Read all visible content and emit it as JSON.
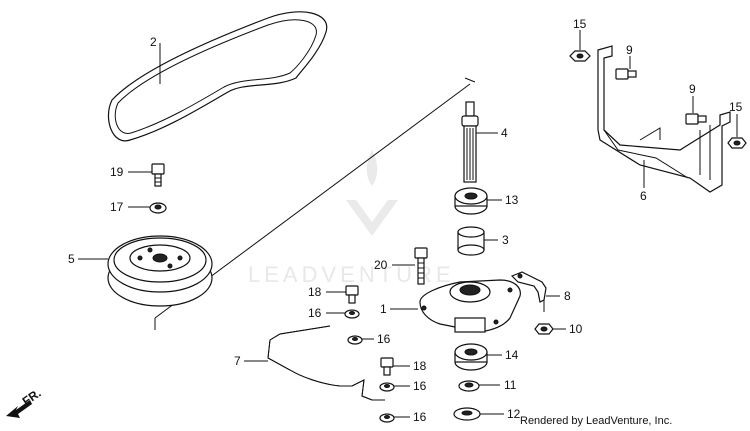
{
  "watermark": "LEADVENTURE",
  "credit": "Rendered by LeadVenture, Inc.",
  "direction_label": "FR.",
  "labels": {
    "belt": "2",
    "belt_bolt": "19",
    "washer_17": "17",
    "pulley": "5",
    "shaft": "4",
    "bearing_upper": "13",
    "collar": "3",
    "bracket_bolt_15a": "15",
    "bracket_bolt_9a": "9",
    "bracket_bolt_9b": "9",
    "bracket_bolt_15b": "15",
    "bracket": "6",
    "housing_bolt": "20",
    "bolt_18a": "18",
    "washer_16a": "16",
    "housing": "1",
    "wire_clip": "8",
    "nut_10": "10",
    "washer_16b": "16",
    "rod": "7",
    "bolt_18b": "18",
    "bearing_lower": "14",
    "washer_16c": "16",
    "spacer_11": "11",
    "washer_16d": "16",
    "washer_12": "12"
  }
}
